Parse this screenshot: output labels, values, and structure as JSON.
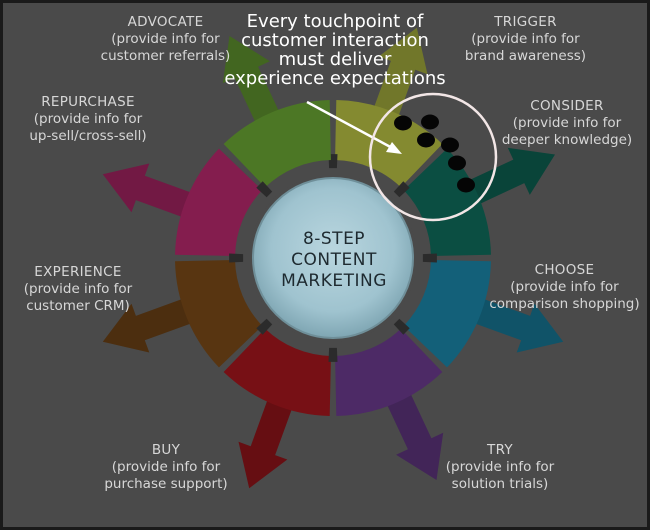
{
  "center": {
    "line1": "8-STEP",
    "line2": "CONTENT",
    "line3": "MARKETING"
  },
  "callout": {
    "line1": "Every touchpoint of",
    "line2": "customer interaction",
    "line3": "must deliver",
    "line4": "experience expectations"
  },
  "steps": [
    {
      "id": "trigger",
      "title": "TRIGGER",
      "line1": "(provide info for",
      "line2": "brand awareness)",
      "color": "#b7c043"
    },
    {
      "id": "consider",
      "title": "CONSIDER",
      "line1": "(provide info for",
      "line2": "deeper knowledge)",
      "color": "#0f6d5c"
    },
    {
      "id": "choose",
      "title": "CHOOSE",
      "line1": "(provide info for",
      "line2": "comparison shopping)",
      "color": "#1a86a8"
    },
    {
      "id": "try",
      "title": "TRY",
      "line1": "(provide info for",
      "line2": "solution trials)",
      "color": "#6b3b8e"
    },
    {
      "id": "buy",
      "title": "BUY",
      "line1": "(provide info for",
      "line2": "purchase support)",
      "color": "#a5161d"
    },
    {
      "id": "experience",
      "title": "EXPERIENCE",
      "line1": "(provide info for",
      "line2": "customer CRM)",
      "color": "#7a4a18"
    },
    {
      "id": "repurchase",
      "title": "REPURCHASE",
      "line1": "(provide info for",
      "line2": "up-sell/cross-sell)",
      "color": "#b8286d"
    },
    {
      "id": "advocate",
      "title": "ADVOCATE",
      "line1": "(provide info for",
      "line2": "customer referrals)",
      "color": "#6aa534"
    }
  ]
}
